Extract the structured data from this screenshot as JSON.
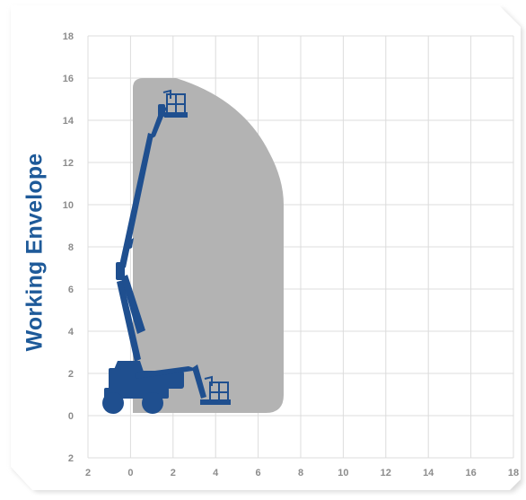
{
  "title": "Working Envelope",
  "colors": {
    "title": "#1e5a99",
    "envelope": "#b3b3b3",
    "machine": "#1f4f8f",
    "grid": "#dcdcdc",
    "tick_label": "#8c8c8c"
  },
  "axes": {
    "x_tick_labels": [
      "2",
      "0",
      "2",
      "4",
      "6",
      "8",
      "10",
      "12",
      "14",
      "16",
      "18"
    ],
    "y_tick_labels": [
      "18",
      "16",
      "14",
      "12",
      "10",
      "8",
      "6",
      "4",
      "2",
      "0",
      "2"
    ]
  },
  "icons": {
    "machine": "articulating-boom-lift-icon",
    "platform": "work-platform-basket-icon"
  }
}
